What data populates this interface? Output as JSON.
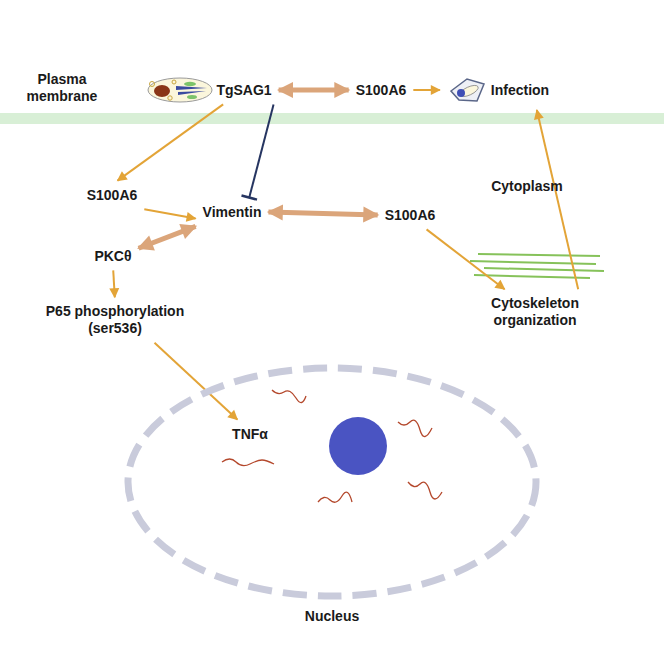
{
  "diagram": {
    "nodes": [
      {
        "text": [
          "TgSAG1"
        ]
      },
      {
        "text": [
          "S100A6"
        ]
      },
      {
        "text": [
          "Infection"
        ]
      },
      {
        "text": [
          "S100A6"
        ]
      },
      {
        "text": [
          "Vimentin"
        ]
      },
      {
        "text": [
          "S100A6"
        ]
      },
      {
        "text": [
          "PKCθ"
        ]
      },
      {
        "text": [
          "P65 phosphorylation (ser536)"
        ]
      },
      {
        "text": [
          "Cytoskeleton organization"
        ]
      },
      {
        "text": [
          "Nucleus"
        ]
      },
      {
        "text": [
          "TNFα"
        ],
        "in": 9
      }
    ],
    "edges": [
      {
        "from": 0,
        "to": 1,
        "arrow": "both"
      },
      {
        "from": 1,
        "to": 2,
        "arrow": "to"
      },
      {
        "from": 0,
        "to": 3,
        "arrow": "to"
      },
      {
        "from": 0,
        "to": 4,
        "arrow": "to"
      },
      {
        "from": 3,
        "to": 4,
        "arrow": "to"
      },
      {
        "from": 4,
        "to": 6,
        "arrow": "both"
      },
      {
        "from": 4,
        "to": 5,
        "arrow": "both"
      },
      {
        "from": 6,
        "to": 7,
        "arrow": "to"
      },
      {
        "from": 7,
        "to": 10,
        "arrow": "to"
      },
      {
        "from": 5,
        "to": 8,
        "arrow": "to"
      },
      {
        "from": 8,
        "to": 2,
        "arrow": "to"
      }
    ],
    "labels": [
      "Plasma membrane",
      "Cytoplasm"
    ]
  }
}
